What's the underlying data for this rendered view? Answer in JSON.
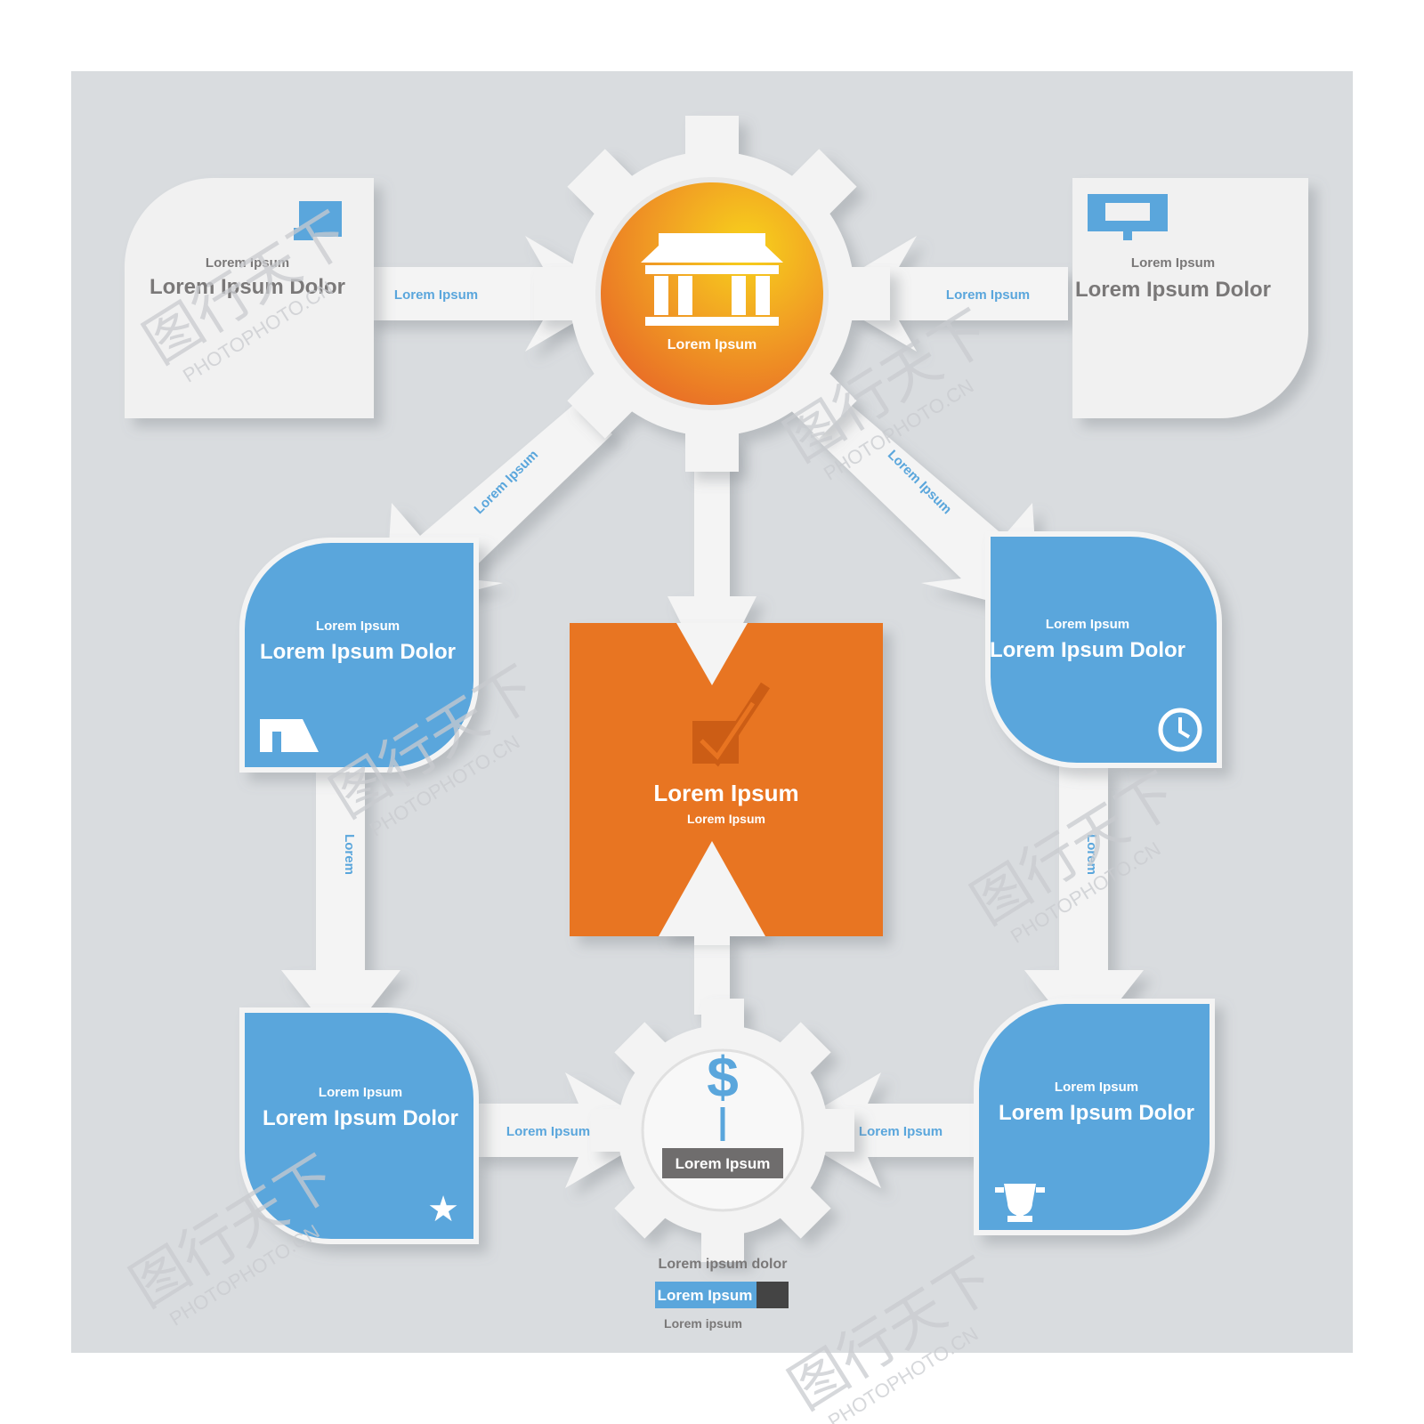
{
  "colors": {
    "background": "#d9dcdf",
    "card_gray": "#f1f1f1",
    "card_blue": "#5aa6dc",
    "hub_orange": "#e97a25",
    "hub_yellow": "#f5c21a",
    "center_orange": "#e87421",
    "arrow_white": "#f4f4f4",
    "text_gray": "#7a7878",
    "text_blue": "#5aa6dc"
  },
  "top_hub": {
    "label": "Lorem Ipsum",
    "icon": "building-icon"
  },
  "center_box": {
    "title": "Lorem Ipsum",
    "subtitle": "Lorem Ipsum",
    "icon": "check-box-icon"
  },
  "bottom_gear": {
    "label": "Lorem Ipsum",
    "icon": "dollar-icon"
  },
  "cards": [
    {
      "id": "top-left",
      "style": "gray",
      "subtitle": "Lorem Ipsum",
      "title": "Lorem Ipsum Dolor",
      "icon": "document-icon"
    },
    {
      "id": "top-right",
      "style": "gray",
      "subtitle": "Lorem Ipsum",
      "title": "Lorem Ipsum Dolor",
      "icon": "monitor-icon"
    },
    {
      "id": "mid-left",
      "style": "blue",
      "subtitle": "Lorem Ipsum",
      "title": "Lorem Ipsum Dolor",
      "icon": "tent-icon"
    },
    {
      "id": "mid-right",
      "style": "blue",
      "subtitle": "Lorem Ipsum",
      "title": "Lorem Ipsum Dolor",
      "icon": "clock-icon"
    },
    {
      "id": "bottom-left",
      "style": "blue",
      "subtitle": "Lorem Ipsum",
      "title": "Lorem Ipsum Dolor",
      "icon": "star-icon"
    },
    {
      "id": "bottom-right",
      "style": "blue",
      "subtitle": "Lorem Ipsum",
      "title": "Lorem Ipsum Dolor",
      "icon": "trophy-icon"
    }
  ],
  "connector_labels": {
    "top_left": "Lorem Ipsum",
    "top_right": "Lorem Ipsum",
    "diag_left": "Lorem Ipsum",
    "diag_right": "Lorem Ipsum",
    "vert_left": "Lorem",
    "vert_right": "Lorem",
    "bottom_left": "Lorem Ipsum",
    "bottom_right": "Lorem Ipsum"
  },
  "footer": {
    "line1": "Lorem ipsum dolor",
    "line2": "Lorem Ipsum",
    "line3": "Lorem ipsum"
  },
  "watermark": {
    "brand": "图行天下",
    "domain": "PHOTOPHOTO.CN"
  }
}
